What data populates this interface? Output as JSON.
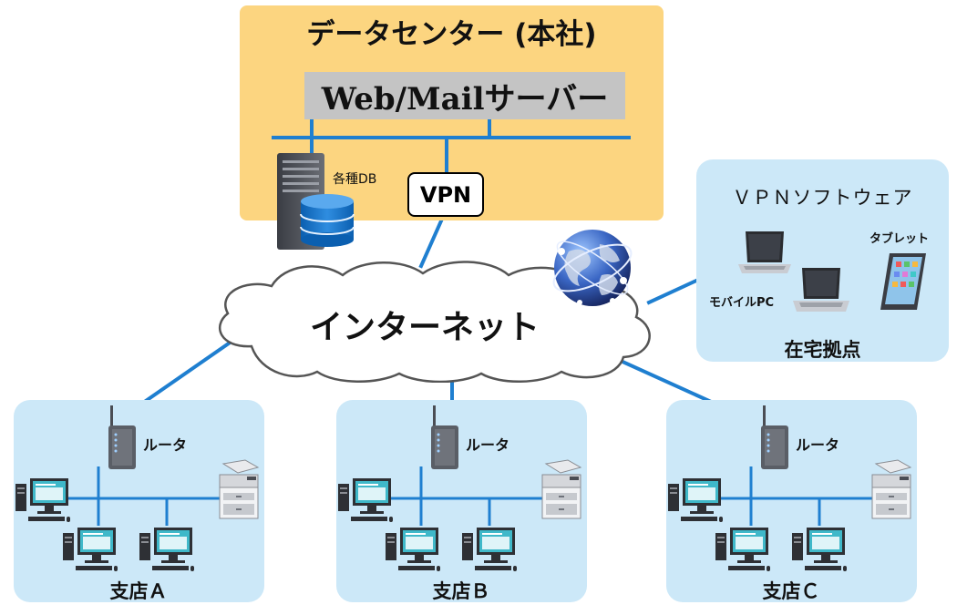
{
  "data_center": {
    "title": "データセンター (本社)",
    "server_label": "Web/Mailサーバー",
    "db_label": "各種DB",
    "vpn_label": "VPN"
  },
  "internet": {
    "label": "インターネット"
  },
  "home": {
    "title": "ＶＰＮソフトウェア",
    "mobile_pc_label": "モバイルPC",
    "tablet_label": "タブレット",
    "location_label": "在宅拠点"
  },
  "branches": [
    {
      "router_label": "ルータ",
      "name": "支店Ａ"
    },
    {
      "router_label": "ルータ",
      "name": "支店Ｂ"
    },
    {
      "router_label": "ルータ",
      "name": "支店Ｃ"
    }
  ],
  "colors": {
    "link": "#1f7fd0",
    "data_center_bg": "#fcd580",
    "panel_bg": "#cce8f8",
    "server_banner_bg": "#c4c4c4"
  }
}
